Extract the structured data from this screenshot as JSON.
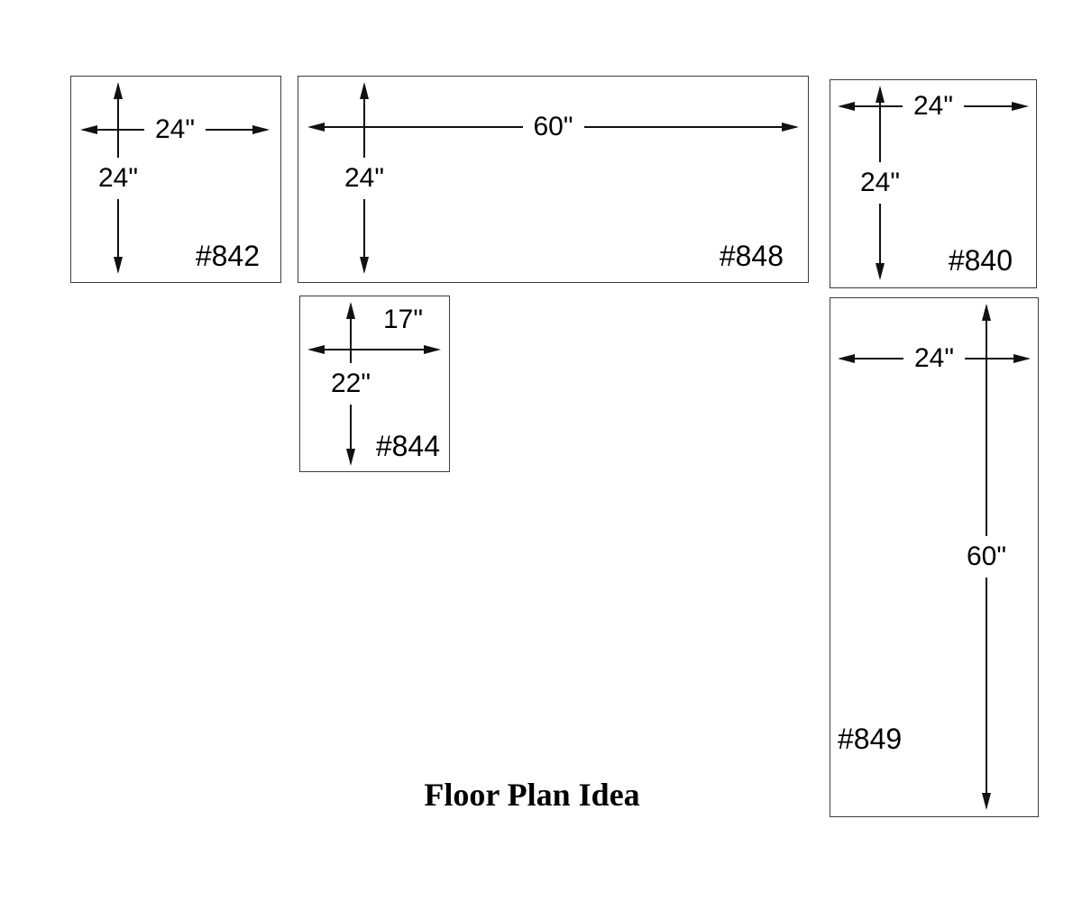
{
  "title": "Floor Plan Idea",
  "colors": {
    "line": "#111111",
    "box_border": "#3c3c3c",
    "background": "#ffffff",
    "text": "#000000"
  },
  "boxes": [
    {
      "id": "842",
      "label": "#842",
      "width_dim": "24\"",
      "height_dim": "24\""
    },
    {
      "id": "848",
      "label": "#848",
      "width_dim": "60\"",
      "height_dim": "24\""
    },
    {
      "id": "840",
      "label": "#840",
      "width_dim": "24\"",
      "height_dim": "24\""
    },
    {
      "id": "844",
      "label": "#844",
      "width_dim": "17\"",
      "height_dim": "22\""
    },
    {
      "id": "849",
      "label": "#849",
      "width_dim": "24\"",
      "height_dim": "60\""
    }
  ]
}
